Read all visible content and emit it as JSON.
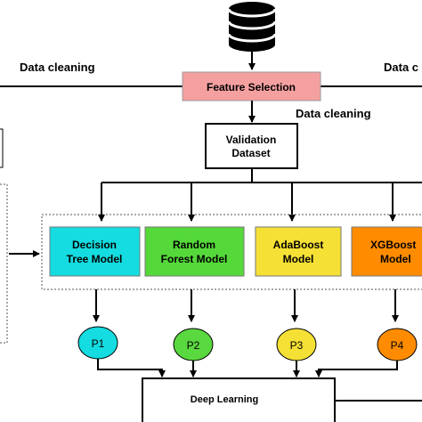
{
  "labels": {
    "data_cleaning_left": "Data cleaning",
    "data_cleaning_right": "Data c",
    "data_cleaning_mid": "Data cleaning"
  },
  "feature_selection": {
    "label": "Feature Selection",
    "color": "#f5a0a0"
  },
  "validation": {
    "line1": "Validation",
    "line2": "Dataset"
  },
  "models": [
    {
      "line1": "Decision",
      "line2": "Tree Model",
      "color": "#14dce0",
      "pred": "P1",
      "pred_color": "#14dce0"
    },
    {
      "line1": "Random",
      "line2": "Forest Model",
      "color": "#55d93a",
      "pred": "P2",
      "pred_color": "#5ad83f"
    },
    {
      "line1": "AdaBoost",
      "line2": "Model",
      "color": "#f5e035",
      "pred": "P3",
      "pred_color": "#f5e035"
    },
    {
      "line1": "XGBoost",
      "line2": "Model",
      "color": "#ff8c00",
      "pred": "P4",
      "pred_color": "#ff8c00"
    }
  ],
  "deep_learning": {
    "label": "Deep Learning"
  },
  "icons": {
    "database": "database-icon"
  }
}
